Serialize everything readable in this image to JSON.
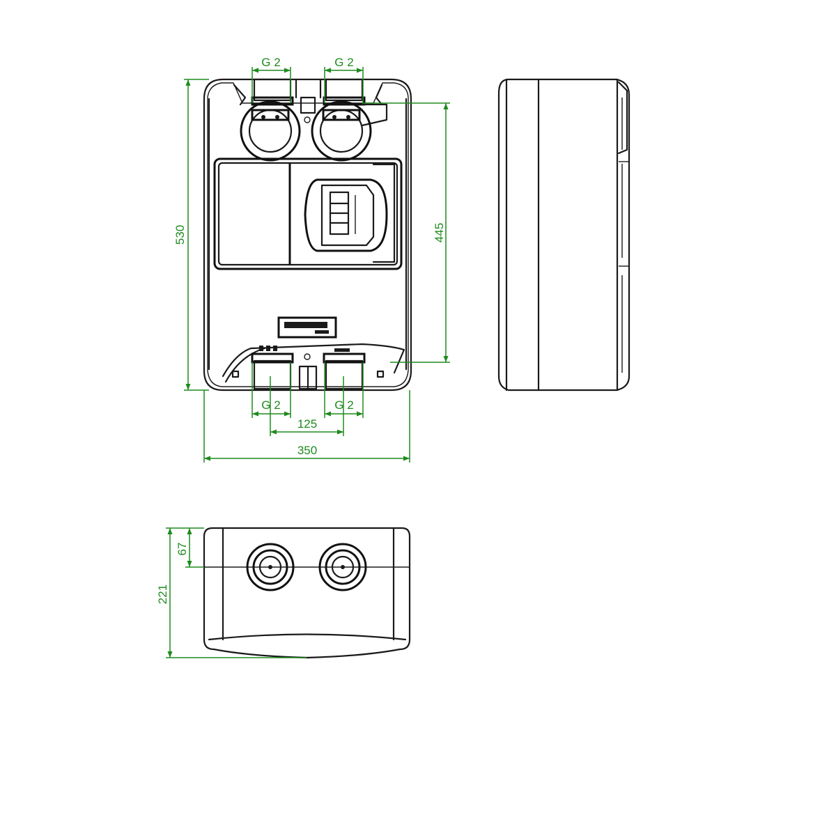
{
  "dimensions": {
    "front_top_left_thread": "G 2",
    "front_top_right_thread": "G 2",
    "front_bottom_left_thread": "G 2",
    "front_bottom_right_thread": "G 2",
    "front_height": "530",
    "front_inner_height": "445",
    "front_axis_spacing": "125",
    "front_width": "350",
    "bottom_depth": "221",
    "bottom_axis_offset": "67"
  },
  "colors": {
    "dimension_lines": "#1e8a1e",
    "outline": "#1a1a1a"
  }
}
